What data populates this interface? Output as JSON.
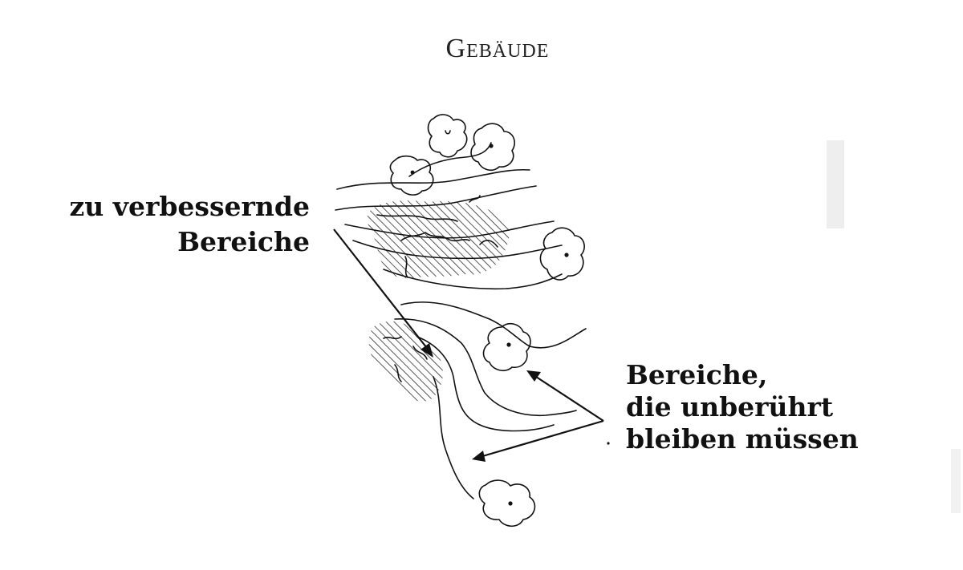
{
  "header": {
    "title": "Gebäude"
  },
  "labels": {
    "improve_line1": "zu verbessernde",
    "improve_line2": "Bereiche",
    "untouched_line1": "Bereiche,",
    "untouched_line2": "die unberührt",
    "untouched_line3": "bleiben müssen"
  },
  "icons": {
    "building": "building-blob-icon",
    "arrow": "arrow-icon"
  },
  "colors": {
    "ink": "#111111",
    "paper": "#ffffff"
  }
}
